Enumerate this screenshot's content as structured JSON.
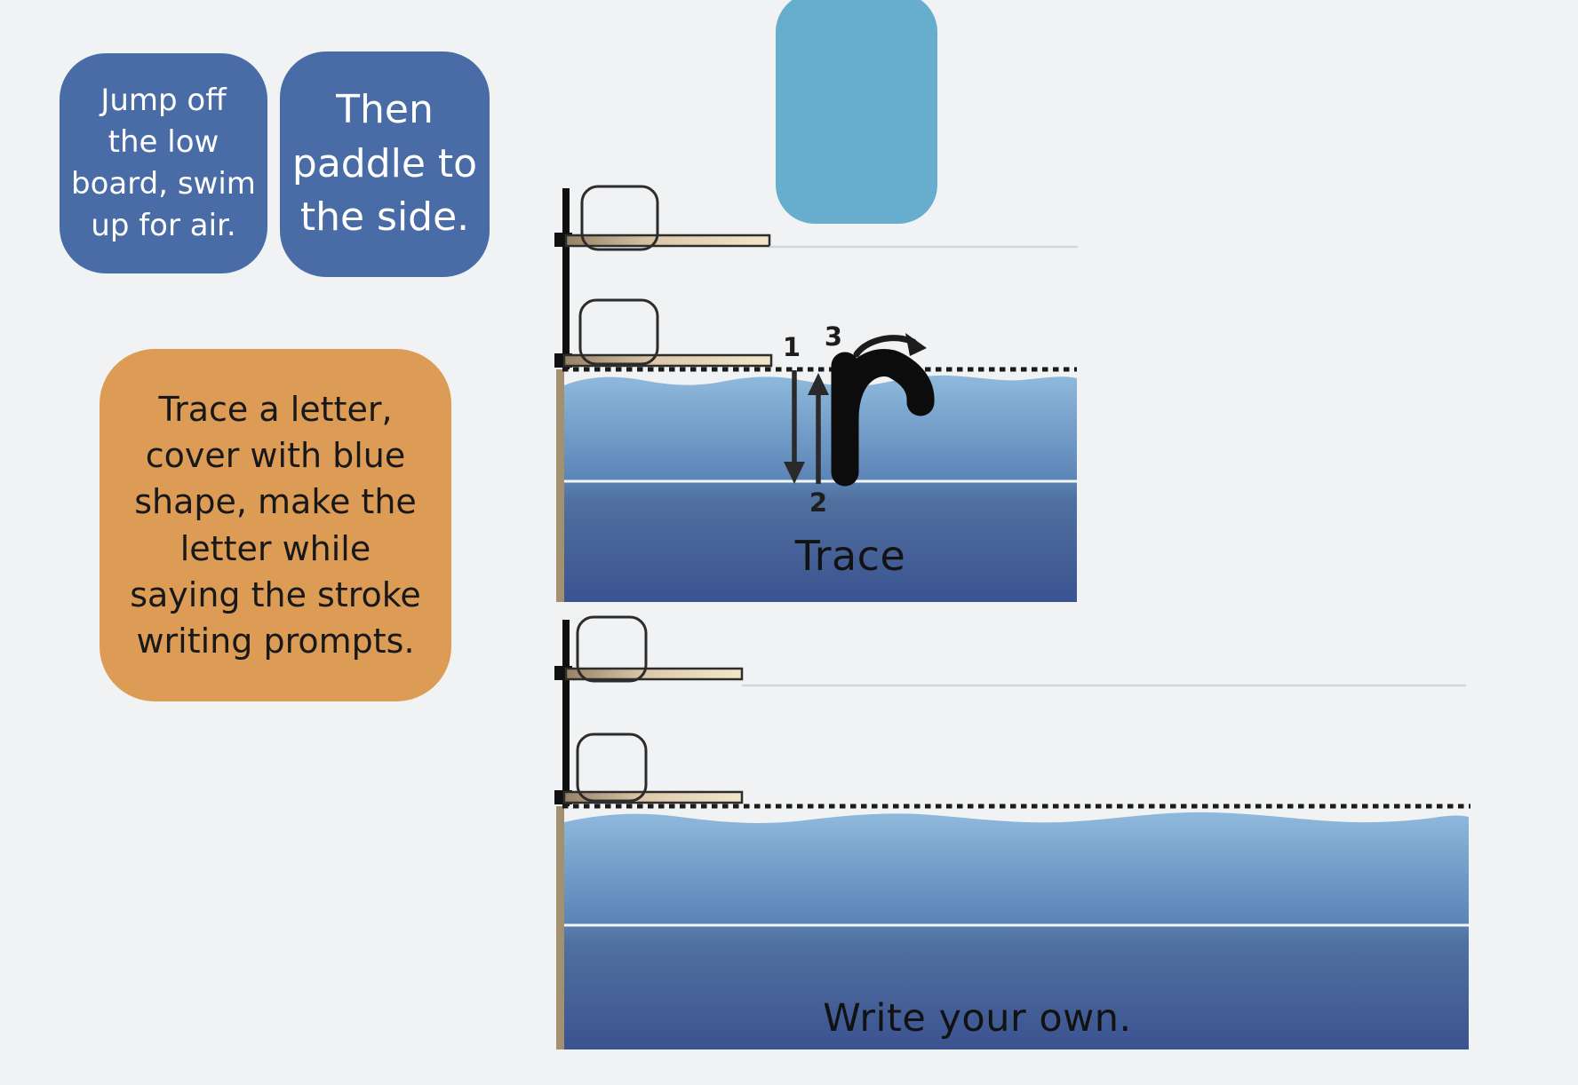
{
  "page": {
    "background": "#f1f2f3",
    "type": "handwriting-practice-worksheet"
  },
  "cards": {
    "jump": {
      "text": "Jump off\nthe low\nboard, swim\nup for air.",
      "bg_color": "#4a6ca6",
      "text_color": "#ffffff"
    },
    "paddle": {
      "text": "Then\npaddle to\nthe side.",
      "bg_color": "#4a6ca6",
      "text_color": "#ffffff"
    },
    "instructions": {
      "text": "Trace a letter,\ncover with blue\nshape, make the\nletter while\nsaying the stroke\nwriting prompts.",
      "bg_color": "#dd9c55",
      "text_color": "#181818"
    }
  },
  "cover_shape": {
    "color": "#66adce",
    "purpose": "blue shape to cover traced letter"
  },
  "trace_pool": {
    "caption": "Trace",
    "letter": "r",
    "stroke_numbers": {
      "first": "1",
      "second": "2",
      "third": "3"
    }
  },
  "write_pool": {
    "caption": "Write your own."
  },
  "colors": {
    "water_top": "#8fb9dc",
    "water_mid": "#5d86b8",
    "water_deep": "#3b5391",
    "board_light": "#f2e6ca",
    "board_dark": "#968165",
    "pool_wall": "#a3906e",
    "pole": "#101010",
    "ink": "#0c0c0c"
  }
}
